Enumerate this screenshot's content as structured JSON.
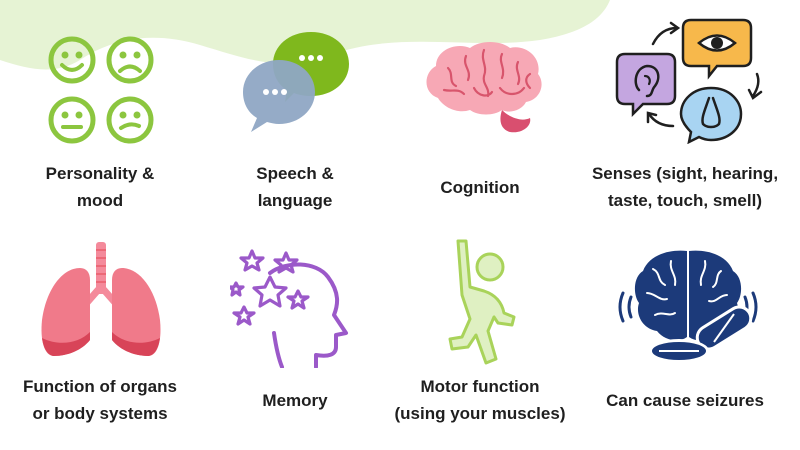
{
  "tiles": [
    {
      "label_line1": "Personality &",
      "label_line2": "mood",
      "icon": "emotion-faces-icon",
      "color": "#8cc63f"
    },
    {
      "label_line1": "Speech &",
      "label_line2": "language",
      "icon": "speech-bubbles-icon",
      "color": "#7fb81d"
    },
    {
      "label_line1": "Cognition",
      "label_line2": "",
      "icon": "brain-icon",
      "color": "#f29aa6"
    },
    {
      "label_line1": "Senses (sight, hearing,",
      "label_line2": "taste, touch, smell)",
      "icon": "senses-cycle-icon",
      "color": "#f7b84b"
    },
    {
      "label_line1": "Function of organs",
      "label_line2": "or body systems",
      "icon": "lungs-icon",
      "color": "#e95d6b"
    },
    {
      "label_line1": "Memory",
      "label_line2": "",
      "icon": "head-stars-icon",
      "color": "#9b59c9"
    },
    {
      "label_line1": "Motor function",
      "label_line2": "(using your muscles)",
      "icon": "stretching-person-icon",
      "color": "#b6dc6a"
    },
    {
      "label_line1": "Can cause seizures",
      "label_line2": "",
      "icon": "brain-pill-icon",
      "color": "#1c3a7a"
    }
  ]
}
